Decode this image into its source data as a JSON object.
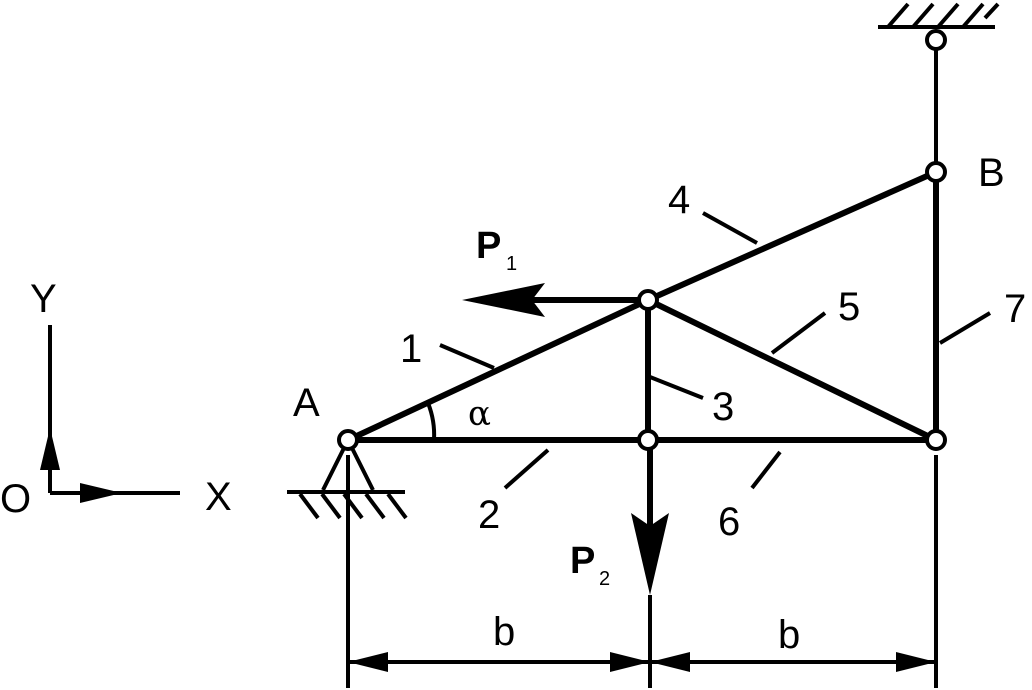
{
  "labels": {
    "point_a": "A",
    "point_b": "B",
    "origin": "O",
    "axis_x": "X",
    "axis_y": "Y",
    "angle": "α",
    "force_1": "P",
    "force_1_sub": "1",
    "force_2": "P",
    "force_2_sub": "2",
    "dim_left": "b",
    "dim_right": "b"
  },
  "members": [
    "1",
    "2",
    "3",
    "4",
    "5",
    "6",
    "7"
  ]
}
